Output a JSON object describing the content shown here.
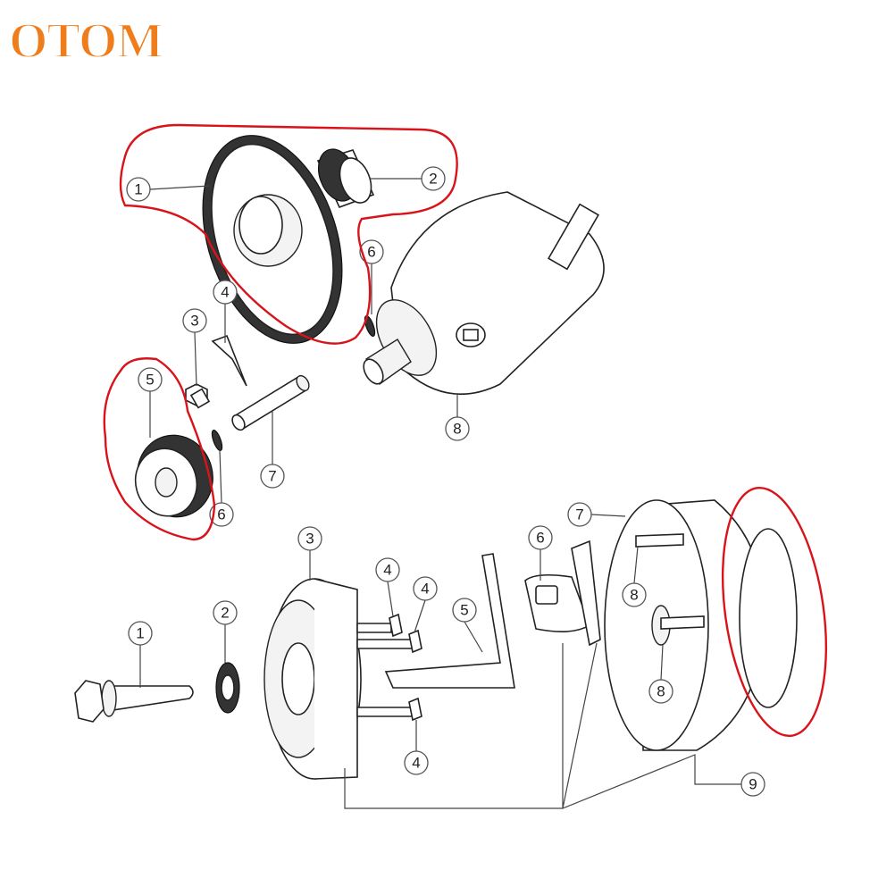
{
  "brand": {
    "logo_text": "OTOM",
    "logo_color": "#f07d1c"
  },
  "highlight_color": "#d8141a",
  "upper_assembly": {
    "callouts": [
      "1",
      "2",
      "3",
      "4",
      "5",
      "6",
      "6",
      "7",
      "8"
    ]
  },
  "lower_assembly": {
    "callouts": [
      "1",
      "2",
      "3",
      "4",
      "4",
      "4",
      "5",
      "6",
      "7",
      "8",
      "8",
      "9"
    ]
  }
}
